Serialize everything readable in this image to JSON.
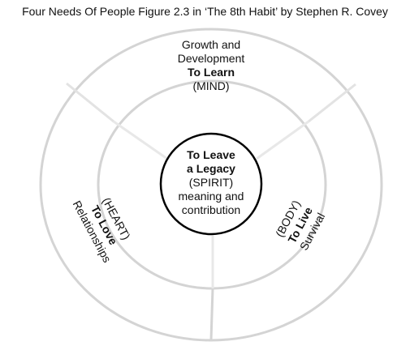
{
  "title": "Four Needs Of People Figure 2.3 in ‘The 8th Habit’ by Stephen R. Covey",
  "mind": {
    "line1": "Growth and",
    "line2": "Development",
    "heading": "To Learn",
    "tag": "(MIND)"
  },
  "spirit": {
    "heading1": "To Leave",
    "heading2": "a Legacy",
    "tag": "(SPIRIT)",
    "line1": "meaning and",
    "line2": "contribution"
  },
  "heart": {
    "tag": "(HEART)",
    "heading": "To Love",
    "line1": "Relationships"
  },
  "body": {
    "tag": "(BODY)",
    "heading": "To Live",
    "line1": "Survival"
  }
}
